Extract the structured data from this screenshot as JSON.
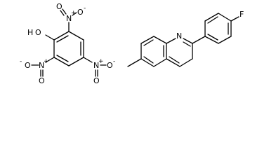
{
  "molecules": {
    "picric_acid": {
      "hydroxyl": {
        "O": "O",
        "H": "H"
      },
      "nitro_labels": {
        "top": {
          "N": "N",
          "O_plus": "+",
          "O1": "O",
          "O_minus": "-",
          "O2": "O"
        },
        "left": {
          "O1": "O",
          "O_minus": "-",
          "N": "N",
          "plus": "+",
          "O2": "O"
        },
        "right": {
          "N": "N",
          "plus": "+",
          "O1": "O",
          "O_minus": "-",
          "O2": "O"
        }
      }
    },
    "fluorophenyl_methylquinoline": {
      "nitrogen": "N",
      "fluorine": "F"
    }
  }
}
